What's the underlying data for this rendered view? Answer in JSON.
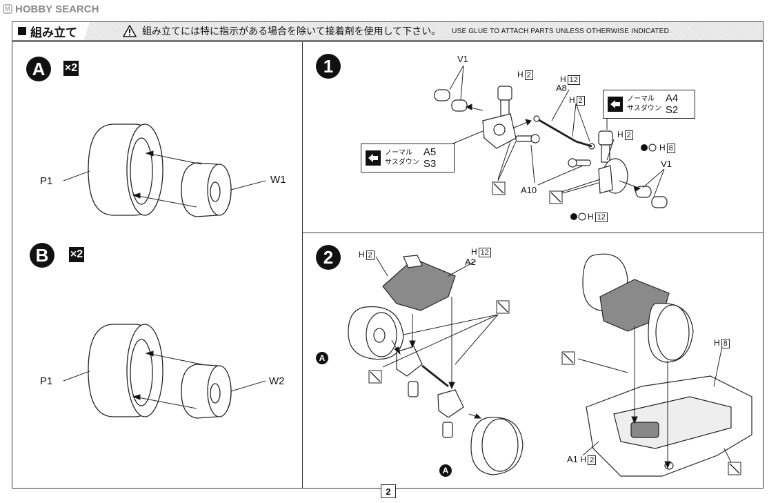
{
  "logo": {
    "text": "HOBBY SEARCH"
  },
  "header": {
    "title": "組み立て",
    "warning_jp": "組み立てには特に指示がある場合を除いて接着剤を使用して下さい。",
    "warning_en": "USE GLUE TO ATTACH PARTS UNLESS OTHERWISE INDICATED."
  },
  "step_a": {
    "badge": "A",
    "qty": "×2",
    "labels": {
      "left": "P1",
      "right": "W1"
    }
  },
  "step_b": {
    "badge": "B",
    "qty": "×2",
    "labels": {
      "left": "P1",
      "right": "W2"
    }
  },
  "step1": {
    "badge": "1",
    "labels": {
      "v1_top": "V1",
      "h2_a": "H",
      "h2_a_num": "2",
      "h12": "H",
      "h12_num": "12",
      "a8": "A8",
      "h2_b": "H",
      "h2_b_num": "2",
      "h2_c": "H",
      "h2_c_num": "2",
      "h8": "H",
      "h8_num": "8",
      "v1_bottom": "V1",
      "a10": "A10",
      "h12_bottom": "H",
      "h12_bottom_num": "12"
    },
    "callout_left": {
      "normal": "ノーマル",
      "sus": "サスダウン",
      "code1": "A5",
      "code2": "S3"
    },
    "callout_right": {
      "normal": "ノーマル",
      "sus": "サスダウン",
      "code1": "A4",
      "code2": "S2"
    }
  },
  "step2": {
    "badge": "2",
    "labels": {
      "h2": "H",
      "h2_num": "2",
      "h12": "H",
      "h12_num": "12",
      "a2": "A2",
      "a_mark": "A",
      "h8": "H",
      "h8_num": "8",
      "a1": "A1",
      "a1_h": "H",
      "a1_h_num": "2"
    }
  },
  "footer": {
    "page": "2"
  }
}
